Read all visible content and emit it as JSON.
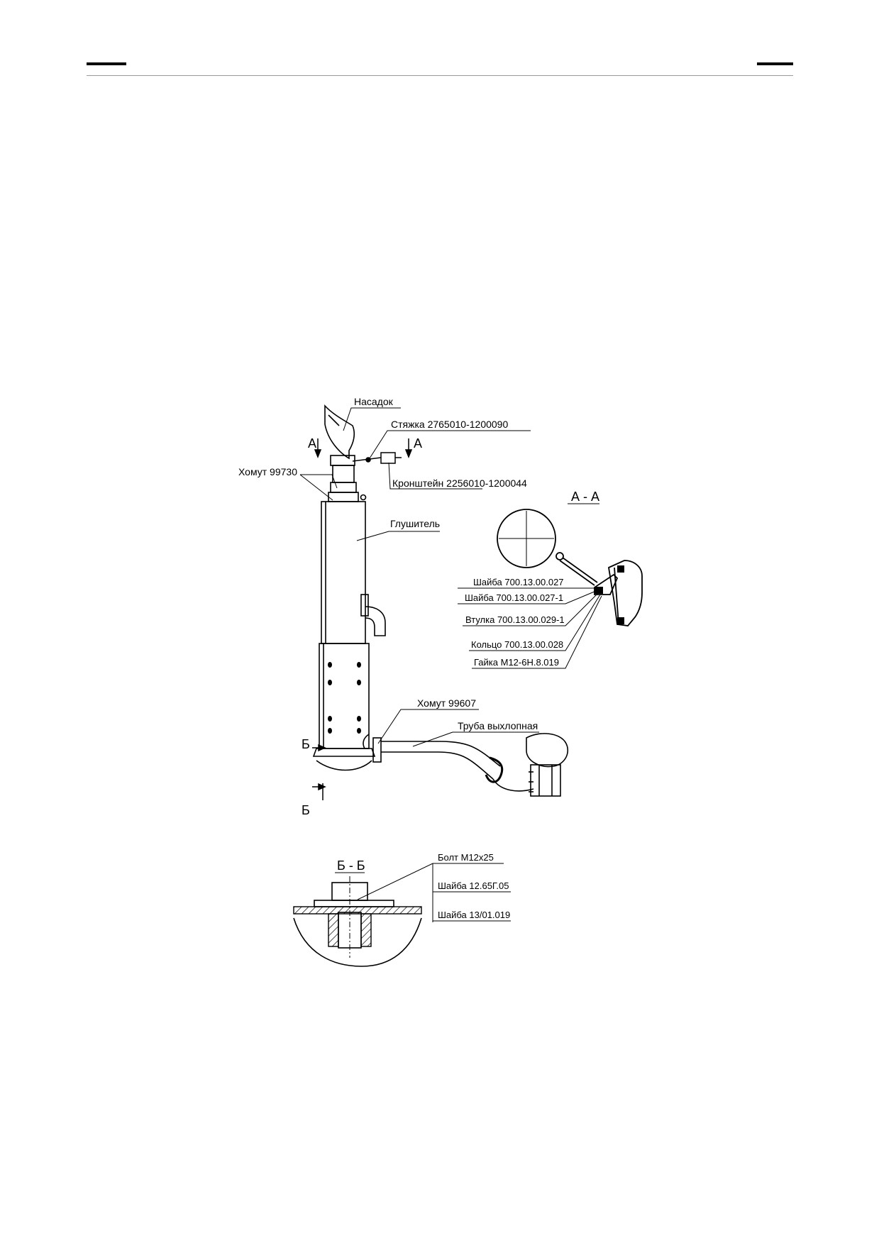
{
  "labels": {
    "nasadok": "Насадок",
    "styazhka": "Стяжка 2765010-1200090",
    "homut_top": "Хомут 99730",
    "kronshtein": "Кронштейн 2256010-1200044",
    "glushitel": "Глушитель",
    "shaiba_1": "Шайба 700.13.00.027",
    "shaiba_2": "Шайба 700.13.00.027-1",
    "vtulka": "Втулка 700.13.00.029-1",
    "koltso": "Кольцо 700.13.00.028",
    "gaika": "Гайка М12-6Н.8.019",
    "homut_bottom": "Хомут 99607",
    "truba": "Труба выхлопная",
    "bolt": "Болт М12х25",
    "shaiba_3": "Шайба 12.65Г.05",
    "shaiba_4": "Шайба 13/01.019"
  },
  "section_marks": {
    "a_left": "А",
    "a_right": "А",
    "b_upper": "Б",
    "b_lower": "Б",
    "section_aa": "А - А",
    "section_bb": "Б - Б"
  },
  "colors": {
    "ink": "#000000",
    "header_rule": "#9a9a9a"
  }
}
